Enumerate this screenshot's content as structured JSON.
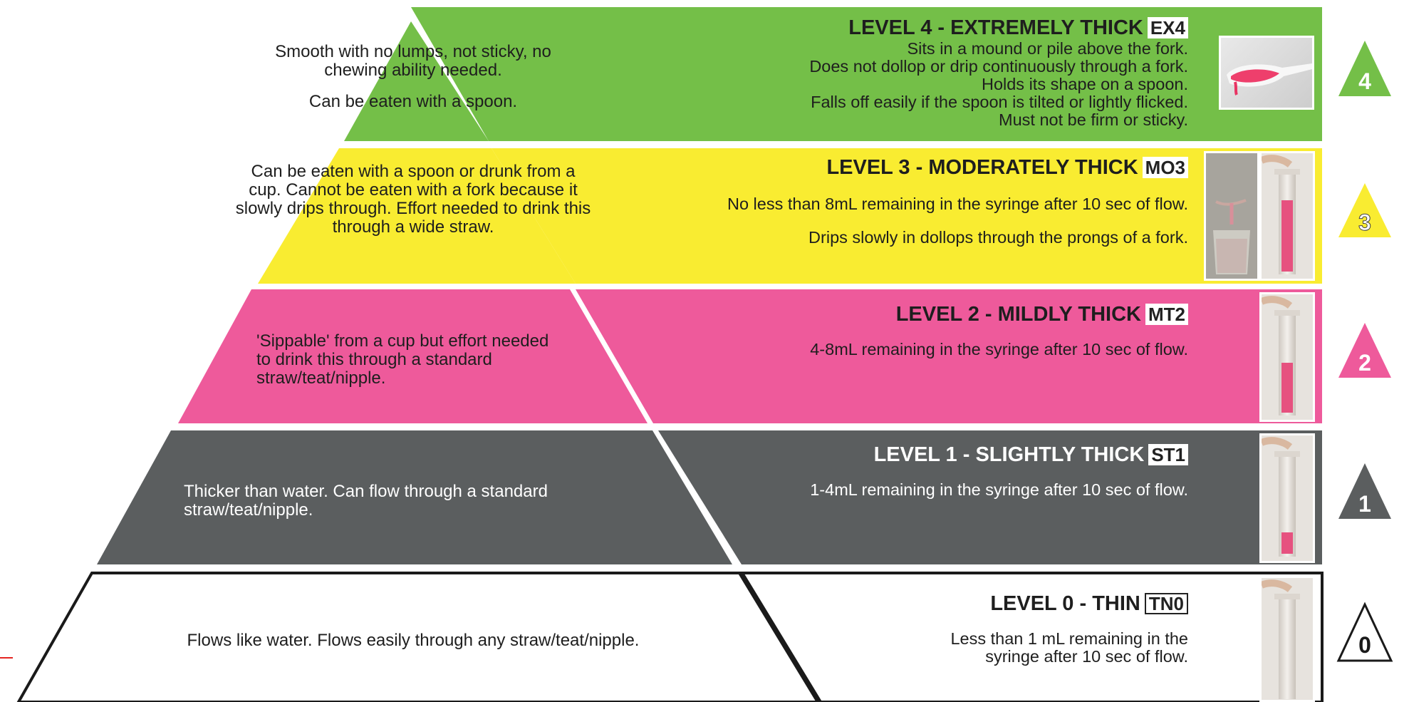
{
  "colors": {
    "level4": "#74bf48",
    "level3": "#f9ec31",
    "level2": "#ee5a9b",
    "level1": "#5b5e5f",
    "level0": "#ffffff",
    "outline": "#1a1a1a",
    "accent_red": "#e52521"
  },
  "levels": [
    {
      "number": "4",
      "title": "LEVEL 4 - EXTREMELY THICK",
      "code": "EX4",
      "description": [
        "Smooth with no lumps, not sticky, no chewing ability needed.",
        "Can be eaten with a spoon."
      ],
      "details": [
        "Sits in a mound or pile above the fork.",
        "Does not dollop or drip continuously through a fork.",
        "Holds its shape on a spoon.",
        "Falls off easily if the spoon is tilted or lightly flicked.",
        "Must not be firm or sticky."
      ],
      "photo": "spoon-with-pink-puree"
    },
    {
      "number": "3",
      "title": "LEVEL 3 - MODERATELY THICK",
      "code": "MO3",
      "description": [
        "Can be eaten with a spoon or drunk from a cup. Cannot be eaten with a fork because it slowly drips through. Effort needed to drink this through a wide straw."
      ],
      "details": [
        "No less than 8mL remaining in the syringe after 10 sec of flow.",
        "Drips slowly in dollops through the prongs of a fork."
      ],
      "photo": "cup-and-syringe"
    },
    {
      "number": "2",
      "title": "LEVEL 2 - MILDLY THICK",
      "code": "MT2",
      "description": [
        "'Sippable' from a cup but effort needed to drink this through a standard straw/teat/nipple."
      ],
      "details": [
        "4-8mL remaining in the syringe after 10 sec of flow."
      ],
      "photo": "syringe"
    },
    {
      "number": "1",
      "title": "LEVEL 1 - SLIGHTLY THICK",
      "code": "ST1",
      "description": [
        "Thicker than water. Can flow through a standard straw/teat/nipple."
      ],
      "details": [
        "1-4mL remaining in the syringe after 10 sec of flow."
      ],
      "photo": "syringe"
    },
    {
      "number": "0",
      "title": "LEVEL 0 - THIN",
      "code": "TN0",
      "description": [
        "Flows like water. Flows easily through any straw/teat/nipple."
      ],
      "details": [
        "Less than 1 mL remaining in the syringe after 10 sec of flow."
      ],
      "photo": "empty-syringe"
    }
  ]
}
